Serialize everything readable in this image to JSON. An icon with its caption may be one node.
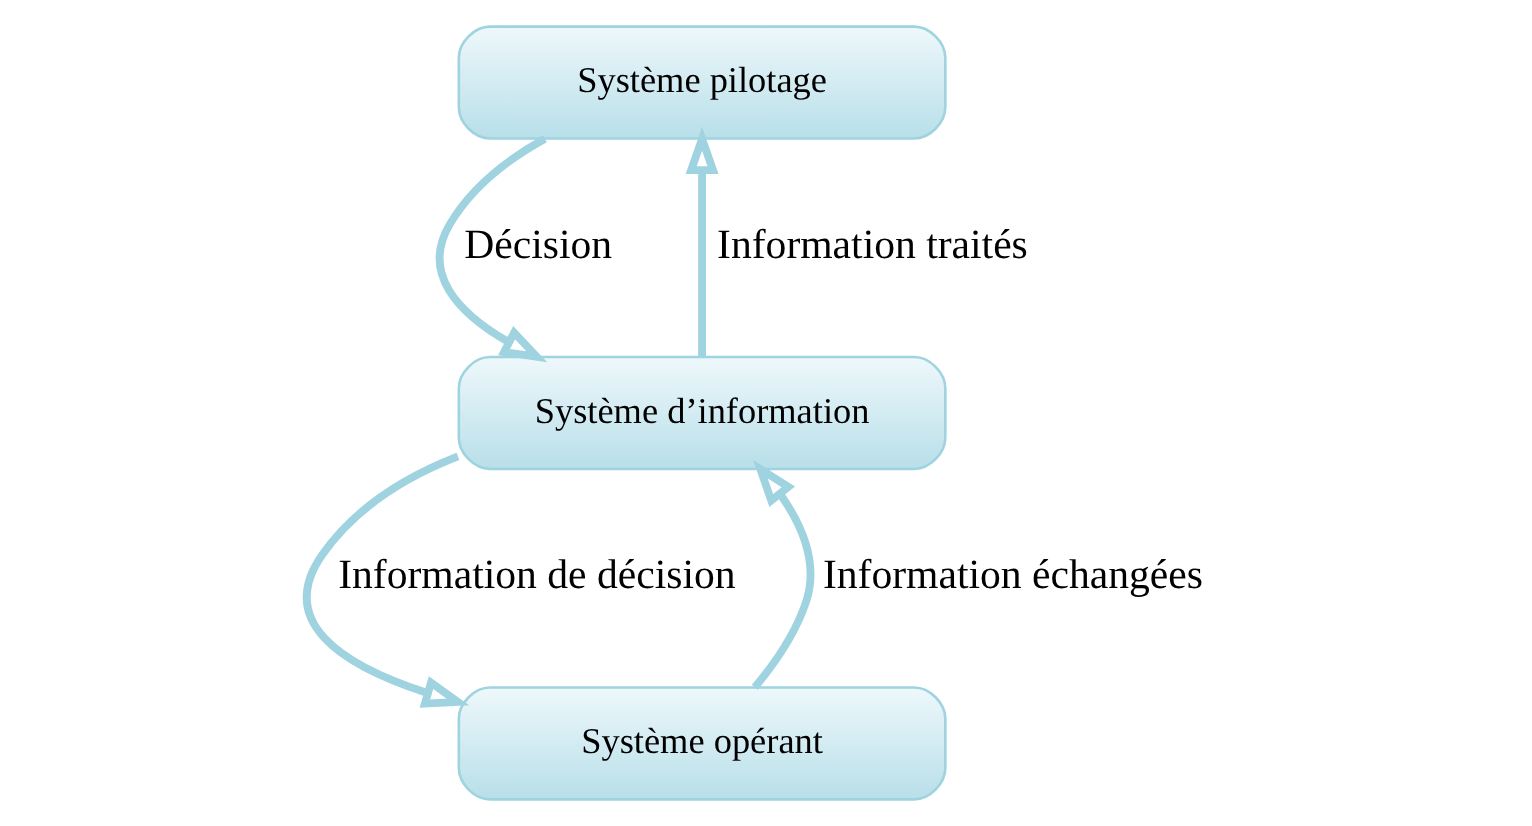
{
  "diagram": {
    "nodes": [
      {
        "text": [
          "Système pilotage"
        ]
      },
      {
        "text": [
          "Système d’information"
        ]
      },
      {
        "text": [
          "Système opérant"
        ]
      }
    ],
    "edges": [
      {
        "from": 0,
        "to": 1,
        "arrow": "to",
        "label": "Décision"
      },
      {
        "from": 1,
        "to": 0,
        "arrow": "to",
        "label": "Information traités"
      },
      {
        "from": 1,
        "to": 2,
        "arrow": "to",
        "label": "Information de décision"
      },
      {
        "from": 2,
        "to": 1,
        "arrow": "to",
        "label": "Information échangées"
      }
    ]
  }
}
